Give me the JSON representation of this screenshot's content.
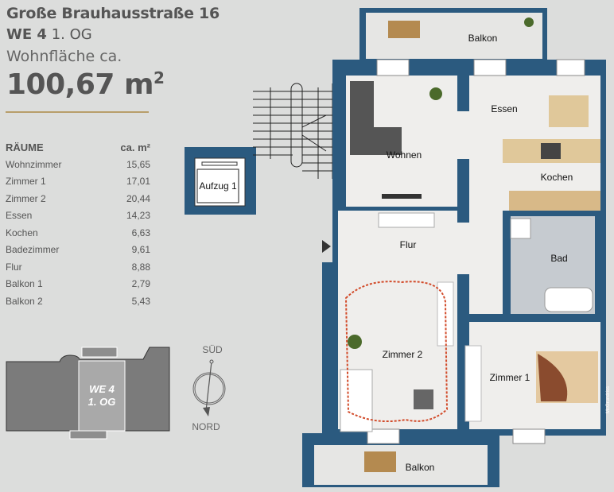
{
  "header": {
    "address": "Große Brauhausstraße 16",
    "unit": "WE 4",
    "floor": "1. OG",
    "area_label": "Wohnfläche ca.",
    "area_value": "100,67 m",
    "area_unit_sup": "2"
  },
  "rooms_table": {
    "col_room": "RÄUME",
    "col_area": "ca.  m²",
    "rows": [
      {
        "name": "Wohnzimmer",
        "area": "15,65"
      },
      {
        "name": "Zimmer 1",
        "area": "17,01"
      },
      {
        "name": "Zimmer 2",
        "area": "20,44"
      },
      {
        "name": "Essen",
        "area": "14,23"
      },
      {
        "name": "Kochen",
        "area": "6,63"
      },
      {
        "name": "Badezimmer",
        "area": "9,61"
      },
      {
        "name": "Flur",
        "area": "8,88"
      },
      {
        "name": "Balkon 1",
        "area": "2,79"
      },
      {
        "name": "Balkon 2",
        "area": "5,43"
      }
    ]
  },
  "keyplan": {
    "line1": "WE 4",
    "line2": "1. OG"
  },
  "compass": {
    "top": "SÜD",
    "bottom": "NORD"
  },
  "plan": {
    "labels": {
      "balkon_top": "Balkon",
      "wohnen": "Wohnen",
      "essen": "Essen",
      "kochen": "Kochen",
      "flur": "Flur",
      "bad": "Bad",
      "zimmer2": "Zimmer 2",
      "zimmer1": "Zimmer 1",
      "balkon_bottom": "Balkon",
      "aufzug": "Aufzug 1"
    },
    "watermark": "McGrundriss"
  },
  "colors": {
    "wall": "#2b5a7f",
    "accent": "#b89e6a",
    "floor": "#efeeec"
  }
}
